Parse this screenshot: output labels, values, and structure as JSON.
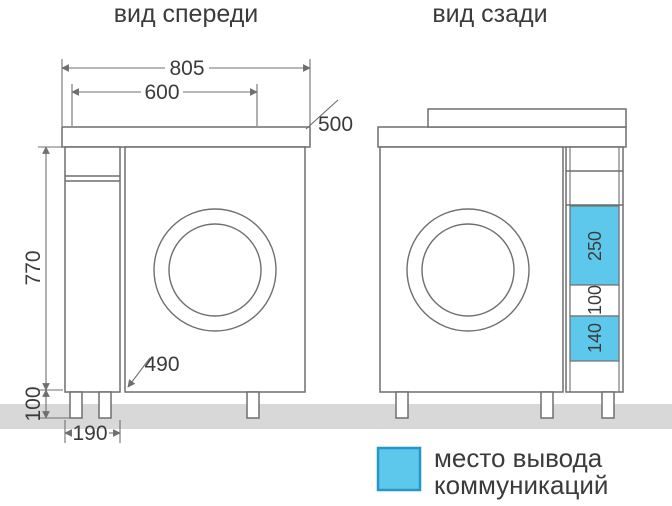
{
  "titles": {
    "front_view": "вид спереди",
    "back_view": "вид сзади"
  },
  "front": {
    "dim_total_width": "805",
    "dim_inner_width": "600",
    "dim_depth": "500",
    "dim_height": "770",
    "dim_leg_height": "100",
    "dim_cabinet_width": "190",
    "dim_niche_width": "490"
  },
  "back": {
    "dim_zone_top": "250",
    "dim_zone_mid": "100",
    "dim_zone_bottom": "140"
  },
  "legend": {
    "label_line1": "место вывода",
    "label_line2": "коммуникаций"
  },
  "colors": {
    "highlight_fill": "#5ec7ec",
    "highlight_border": "#2596c8",
    "floor": "#d8d8d8"
  }
}
